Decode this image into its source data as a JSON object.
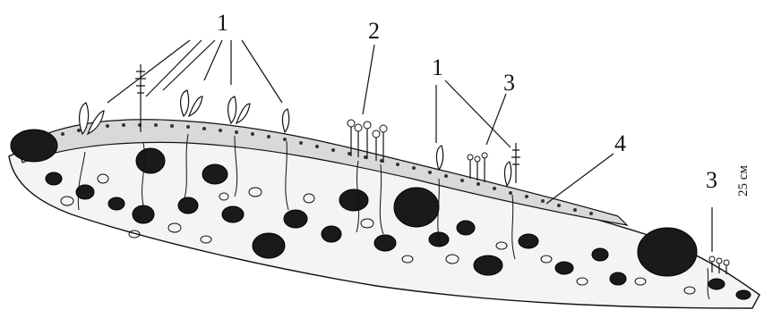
{
  "labels": {
    "l1_left": "1",
    "l2": "2",
    "l1_mid": "1",
    "l3_mid": "3",
    "l4": "4",
    "l3_right": "3"
  },
  "scale": "25 см",
  "colors": {
    "ink": "#111111",
    "rock_fill": "#1a1a1a",
    "background": "#ffffff"
  }
}
